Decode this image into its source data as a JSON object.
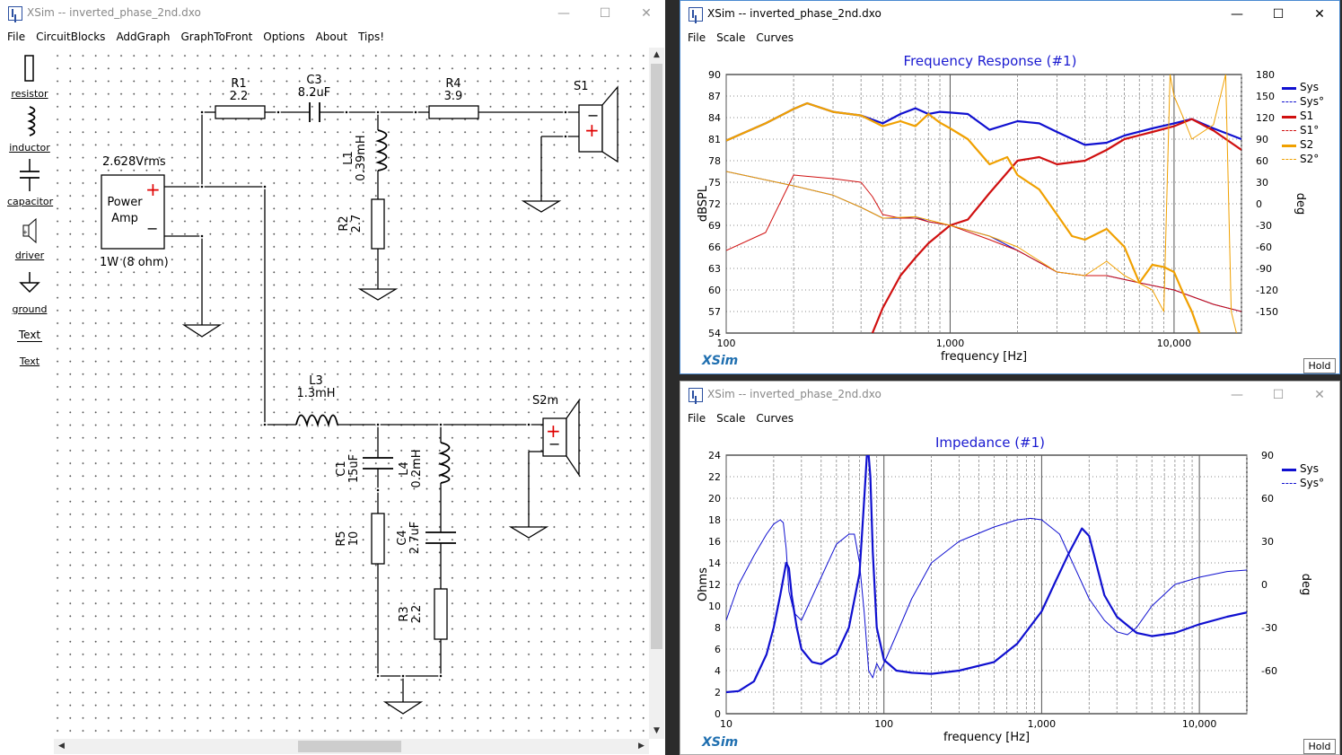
{
  "schematic_window": {
    "title": "XSim -- inverted_phase_2nd.dxo",
    "menu": [
      "File",
      "CircuitBlocks",
      "AddGraph",
      "GraphToFront",
      "Options",
      "About",
      "Tips!"
    ],
    "tools": [
      "resistor",
      "inductor",
      "capacitor",
      "driver",
      "ground",
      "Text",
      "Text"
    ],
    "circuit": {
      "source_voltage": "2.628Vrms",
      "source_name_1": "Power",
      "source_name_2": "Amp",
      "source_load": "1W (8 ohm)",
      "plus": "+",
      "minus": "−",
      "R1": {
        "name": "R1",
        "value": "2.2"
      },
      "C3": {
        "name": "C3",
        "value": "8.2uF"
      },
      "R4": {
        "name": "R4",
        "value": "3.9"
      },
      "S1": {
        "name": "S1"
      },
      "L1": {
        "name": "L1",
        "value": "0.39mH"
      },
      "R2": {
        "name": "R2",
        "value": "2.7"
      },
      "L3": {
        "name": "L3",
        "value": "1.3mH"
      },
      "S2": {
        "name": "S2m"
      },
      "C1": {
        "name": "C1",
        "value": "15uF"
      },
      "L4": {
        "name": "L4",
        "value": "0.2mH"
      },
      "R5": {
        "name": "R5",
        "value": "10"
      },
      "C4": {
        "name": "C4",
        "value": "2.7uF"
      },
      "R3": {
        "name": "R3",
        "value": "2.2"
      }
    }
  },
  "freq_window": {
    "title": "XSim -- inverted_phase_2nd.dxo",
    "menu": [
      "File",
      "Scale",
      "Curves"
    ],
    "graph_title": "Frequency Response (#1)",
    "brand": "XSim",
    "hold": "Hold",
    "colors": {
      "sys": "#1010d0",
      "s1": "#d01010",
      "s2": "#f0a000"
    }
  },
  "imp_window": {
    "title": "XSim -- inverted_phase_2nd.dxo",
    "menu": [
      "File",
      "Scale",
      "Curves"
    ],
    "graph_title": "Impedance (#1)",
    "brand": "XSim",
    "hold": "Hold"
  },
  "chart_data": [
    {
      "type": "line",
      "title": "Frequency Response (#1)",
      "xlabel": "frequency [Hz]",
      "ylabel": "dBSPL",
      "y2label": "deg",
      "xscale": "log",
      "xlim": [
        100,
        20000
      ],
      "ylim": [
        54,
        90
      ],
      "y2lim": [
        -180,
        180
      ],
      "xticks": [
        "100",
        "1,000",
        "10,000"
      ],
      "yticks": [
        "90",
        "87",
        "84",
        "81",
        "78",
        "75",
        "72",
        "69",
        "66",
        "63",
        "60",
        "57",
        "54"
      ],
      "y2ticks": [
        "180",
        "150",
        "120",
        "90",
        "60",
        "30",
        "0",
        "-30",
        "-60",
        "-90",
        "-120",
        "-150"
      ],
      "legend_position": "right",
      "series": [
        {
          "name": "Sys",
          "axis": "left",
          "style": "solid",
          "color": "#1010d0",
          "x": [
            100,
            150,
            200,
            230,
            300,
            400,
            500,
            600,
            700,
            800,
            900,
            1000,
            1200,
            1500,
            2000,
            2500,
            3000,
            4000,
            5000,
            6000,
            8000,
            10000,
            12000,
            15000,
            20000
          ],
          "y": [
            80.8,
            83.2,
            85.2,
            86,
            84.8,
            84.3,
            83.2,
            84.5,
            85.3,
            84.5,
            84.8,
            84.7,
            84.5,
            82.3,
            83.5,
            83.2,
            82,
            80.2,
            80.5,
            81.5,
            82.5,
            83.2,
            83.8,
            82.5,
            81
          ]
        },
        {
          "name": "Sys°",
          "axis": "right",
          "style": "dashed",
          "color": "#1010d0",
          "x": [
            100,
            200,
            300,
            400,
            500,
            600,
            700,
            800,
            1000,
            1500,
            2000,
            3000,
            4000,
            5000,
            7000,
            10000,
            15000,
            20000
          ],
          "y": [
            45,
            25,
            12,
            -5,
            -20,
            -20,
            -18,
            -25,
            -30,
            -45,
            -65,
            -95,
            -100,
            -100,
            -110,
            -120,
            -140,
            -150
          ]
        },
        {
          "name": "S1",
          "axis": "left",
          "style": "solid",
          "color": "#d01010",
          "x": [
            450,
            500,
            600,
            700,
            800,
            1000,
            1200,
            1500,
            2000,
            2500,
            3000,
            4000,
            5000,
            6000,
            8000,
            10000,
            12000,
            15000,
            20000
          ],
          "y": [
            54,
            57.5,
            62,
            64.5,
            66.5,
            69,
            69.8,
            73.5,
            78,
            78.5,
            77.5,
            78,
            79.5,
            81,
            82,
            82.8,
            83.8,
            82.2,
            79.5
          ]
        },
        {
          "name": "S1°",
          "axis": "right",
          "style": "dashed",
          "color": "#d01010",
          "x": [
            100,
            150,
            200,
            300,
            400,
            450,
            500,
            600,
            700,
            800,
            1000,
            1500,
            2000,
            3000,
            4000,
            5000,
            7000,
            10000,
            15000,
            20000
          ],
          "y": [
            -65,
            -40,
            40,
            35,
            30,
            10,
            -15,
            -20,
            -20,
            -25,
            -30,
            -50,
            -65,
            -95,
            -100,
            -100,
            -110,
            -120,
            -140,
            -150
          ]
        },
        {
          "name": "S2",
          "axis": "left",
          "style": "solid",
          "color": "#f0a000",
          "x": [
            100,
            150,
            200,
            230,
            300,
            400,
            500,
            600,
            700,
            800,
            900,
            1000,
            1200,
            1500,
            1800,
            2000,
            2500,
            3000,
            3500,
            4000,
            5000,
            6000,
            7000,
            8000,
            9000,
            10000,
            11000,
            12000,
            13000
          ],
          "y": [
            80.8,
            83.2,
            85.2,
            86,
            84.8,
            84.3,
            82.8,
            83.5,
            82.8,
            84.5,
            83.3,
            82.5,
            81,
            77.5,
            78.5,
            76,
            74,
            70.5,
            67.5,
            67,
            68.5,
            66,
            61,
            63.5,
            63.2,
            62.5,
            59.5,
            57,
            54
          ]
        },
        {
          "name": "S2°",
          "axis": "right",
          "style": "dashed",
          "color": "#f0a000",
          "x": [
            100,
            200,
            300,
            400,
            500,
            700,
            1000,
            1500,
            2000,
            3000,
            4000,
            5000,
            6000,
            8000,
            9000,
            9600,
            10000,
            11000,
            12000,
            15000,
            17000,
            18000,
            19000
          ],
          "y": [
            45,
            25,
            12,
            -5,
            -20,
            -18,
            -30,
            -45,
            -60,
            -95,
            -100,
            -80,
            -100,
            -120,
            -150,
            180,
            150,
            120,
            90,
            110,
            180,
            -150,
            -180
          ]
        }
      ]
    },
    {
      "type": "line",
      "title": "Impedance (#1)",
      "xlabel": "frequency [Hz]",
      "ylabel": "Ohms",
      "y2label": "deg",
      "xscale": "log",
      "xlim": [
        10,
        20000
      ],
      "ylim": [
        0,
        24
      ],
      "y2lim": [
        -90,
        90
      ],
      "xticks": [
        "10",
        "100",
        "1,000",
        "10,000"
      ],
      "yticks": [
        "24",
        "22",
        "20",
        "18",
        "16",
        "14",
        "12",
        "10",
        "8",
        "6",
        "4",
        "2",
        "0"
      ],
      "y2ticks": [
        "90",
        "60",
        "30",
        "0",
        "-30",
        "-60"
      ],
      "legend_position": "right",
      "series": [
        {
          "name": "Sys",
          "axis": "left",
          "style": "solid",
          "color": "#1010d0",
          "x": [
            10,
            12,
            15,
            18,
            20,
            22,
            24,
            25,
            26,
            28,
            30,
            35,
            40,
            50,
            60,
            70,
            75,
            78,
            80,
            82,
            85,
            90,
            100,
            120,
            150,
            200,
            300,
            500,
            700,
            1000,
            1200,
            1500,
            1800,
            2000,
            2500,
            3000,
            4000,
            5000,
            7000,
            10000,
            15000,
            20000
          ],
          "y": [
            2,
            2.1,
            3,
            5.5,
            8,
            11,
            14,
            13.5,
            11,
            8,
            6,
            4.8,
            4.6,
            5.5,
            8,
            13,
            20,
            24,
            24,
            22,
            15,
            8,
            5,
            4,
            3.8,
            3.7,
            4,
            4.8,
            6.5,
            9.5,
            12,
            15,
            17.2,
            16.5,
            11,
            9,
            7.5,
            7.2,
            7.5,
            8.3,
            9,
            9.4
          ]
        },
        {
          "name": "Sys°",
          "axis": "right",
          "style": "dashed",
          "color": "#1010d0",
          "x": [
            10,
            12,
            15,
            18,
            20,
            22,
            23,
            24,
            25,
            27,
            30,
            40,
            50,
            60,
            65,
            70,
            75,
            80,
            85,
            90,
            95,
            100,
            120,
            150,
            200,
            300,
            500,
            700,
            850,
            1000,
            1300,
            1500,
            2000,
            2500,
            3000,
            3500,
            4000,
            5000,
            7000,
            10000,
            15000,
            20000
          ],
          "y": [
            -25,
            0,
            20,
            35,
            42,
            45,
            43,
            25,
            -5,
            -20,
            -25,
            5,
            28,
            35,
            35,
            15,
            -20,
            -60,
            -65,
            -55,
            -60,
            -55,
            -35,
            -10,
            15,
            30,
            40,
            45,
            46,
            45,
            35,
            20,
            -10,
            -25,
            -33,
            -35,
            -30,
            -15,
            0,
            5,
            9,
            10
          ]
        }
      ]
    }
  ]
}
